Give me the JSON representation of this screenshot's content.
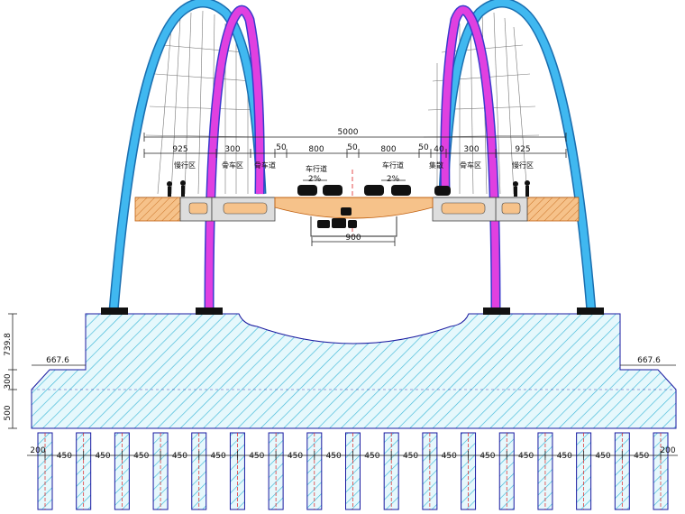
{
  "colors": {
    "outer_arch": "#40b8f0",
    "outer_arch_edge": "#1a6fb0",
    "inner_arch": "#e040e0",
    "inner_arch_top": "#3a3acc",
    "hatch": "#3fb8d8",
    "foundation_fill": "#e6f8fc",
    "foundation_edge": "#1a1aa0",
    "deck_fill": "#f6c28a",
    "deck_edge": "#c06010",
    "pile_edge": "#1a1aa0",
    "pile_axis": "#e02020",
    "dimension_line": "#222222",
    "bearing": "#111111"
  },
  "overall_width": "5000",
  "deck_dims": [
    "925",
    "300",
    "50",
    "800",
    "50",
    "800",
    "50",
    "40",
    "300",
    "925"
  ],
  "zone_labels": {
    "sidewalk_left": "慢行区",
    "bike_left": "骨车区",
    "bike_left_2": "骨车道",
    "lane_left": "车行道",
    "lane_right": "车行道",
    "bike_right": "集散",
    "bike_right_2": "骨车区",
    "sidewalk_right": "慢行区"
  },
  "slopes": [
    "2%",
    "2%"
  ],
  "box_width": "900",
  "side_widths": [
    "667.6",
    "667.6"
  ],
  "foundation_heights": [
    "739.8",
    "300",
    "500"
  ],
  "pile_spacing": "450",
  "pile_edge_offset": [
    "200",
    "200"
  ],
  "pile_count": 17
}
